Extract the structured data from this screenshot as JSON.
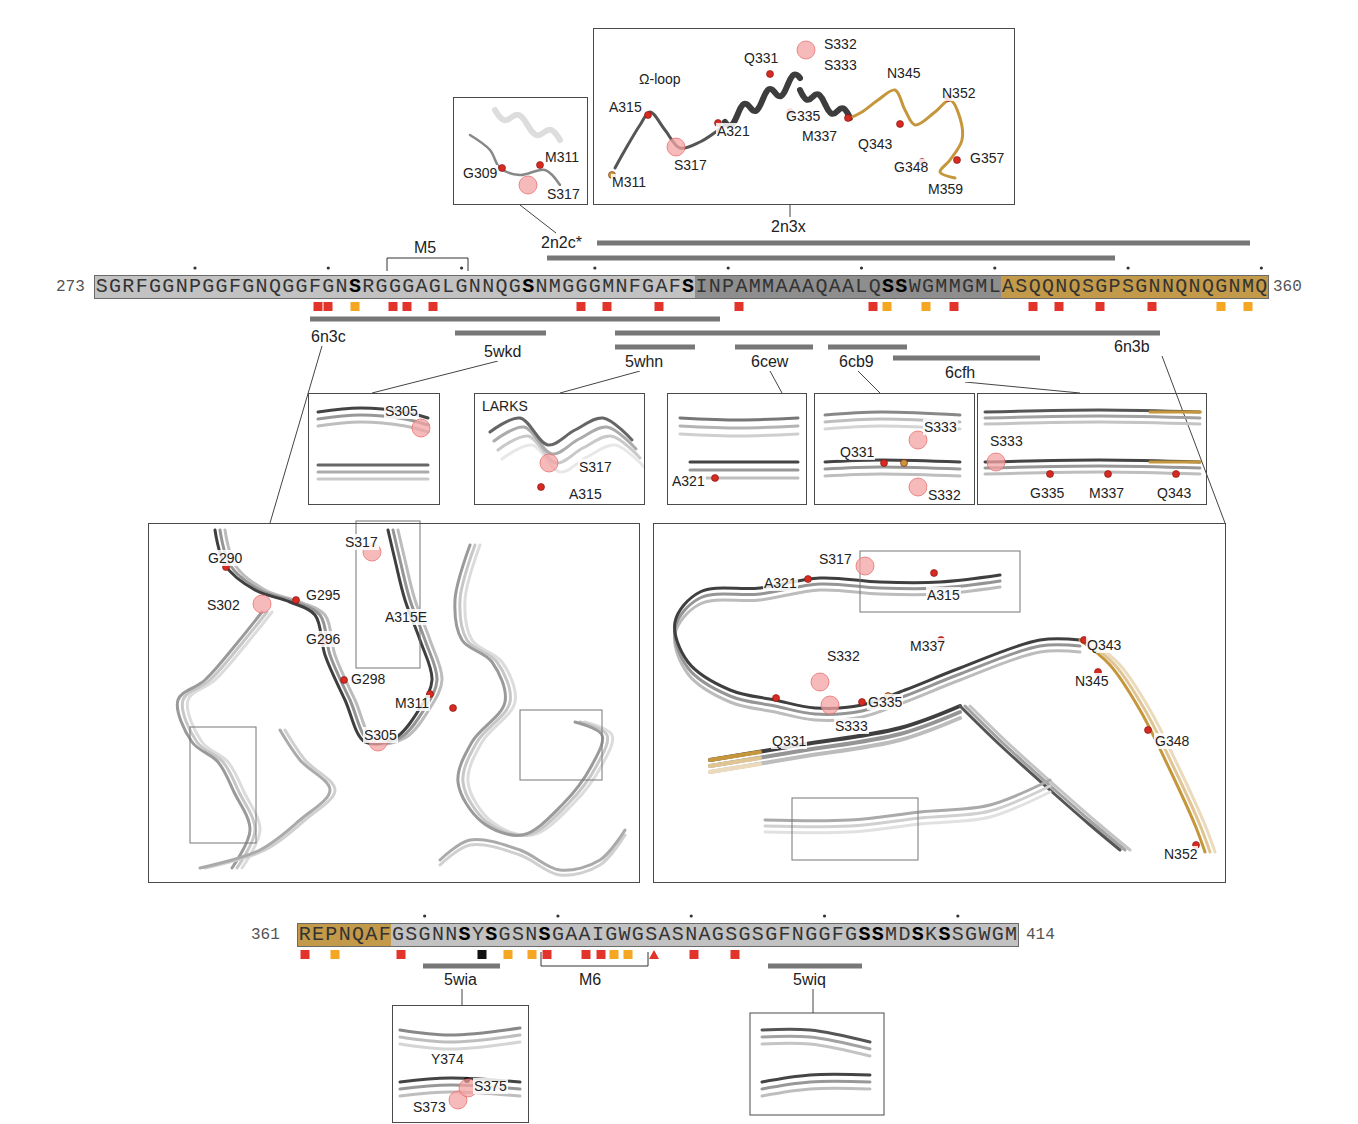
{
  "diagram": {
    "nodes": [
      {
        "text": [
          "G309",
          "M311",
          "S317"
        ]
      },
      {
        "text": [
          "Ω-loop",
          "A315",
          "S317",
          "A321",
          "Q331",
          "S332",
          "S333",
          "G335",
          "M337",
          "Q343",
          "N345",
          "N352",
          "G348",
          "G357",
          "M359",
          "M311"
        ]
      },
      {
        "text": [
          "S305"
        ]
      },
      {
        "text": [
          "LARKS",
          "S317",
          "A315"
        ]
      },
      {
        "text": [
          "A321"
        ]
      },
      {
        "text": [
          "Q331",
          "S333",
          "S332"
        ]
      },
      {
        "text": [
          "S333",
          "G335",
          "M337",
          "Q343"
        ]
      },
      {
        "text": [
          "G290",
          "S302",
          "G295",
          "G296",
          "S317",
          "A315E",
          "G298",
          "M311",
          "S305"
        ]
      },
      {
        "text": [
          "S317",
          "A321",
          "A315",
          "S332",
          "M337",
          "Q343",
          "N345",
          "Q331",
          "G335",
          "S333",
          "G348",
          "N352"
        ]
      },
      {
        "text": [
          "Y374",
          "S373",
          "S375"
        ]
      }
    ],
    "labels": [
      "2n2c*",
      "2n3x",
      "M5",
      "273",
      "SGRFGGNPGGFGNQGGFGNSRGGGAGLGNNQGSNMGGGMNFGAFSINPAMMAAAQAALQSSWGMMGMLASQQNQSGPSGNNQNQGNMQ",
      "360",
      "6n3c",
      "5wkd",
      "5whn",
      "6cew",
      "6cb9",
      "6cfh",
      "6n3b",
      "361",
      "REPNQAFGSGNNSYSGSNSGAAIGWGSASNAGSGSGFNGGFGSSMDSKSSGWGM",
      "414",
      "M6",
      "5wia",
      "5wiq"
    ]
  }
}
